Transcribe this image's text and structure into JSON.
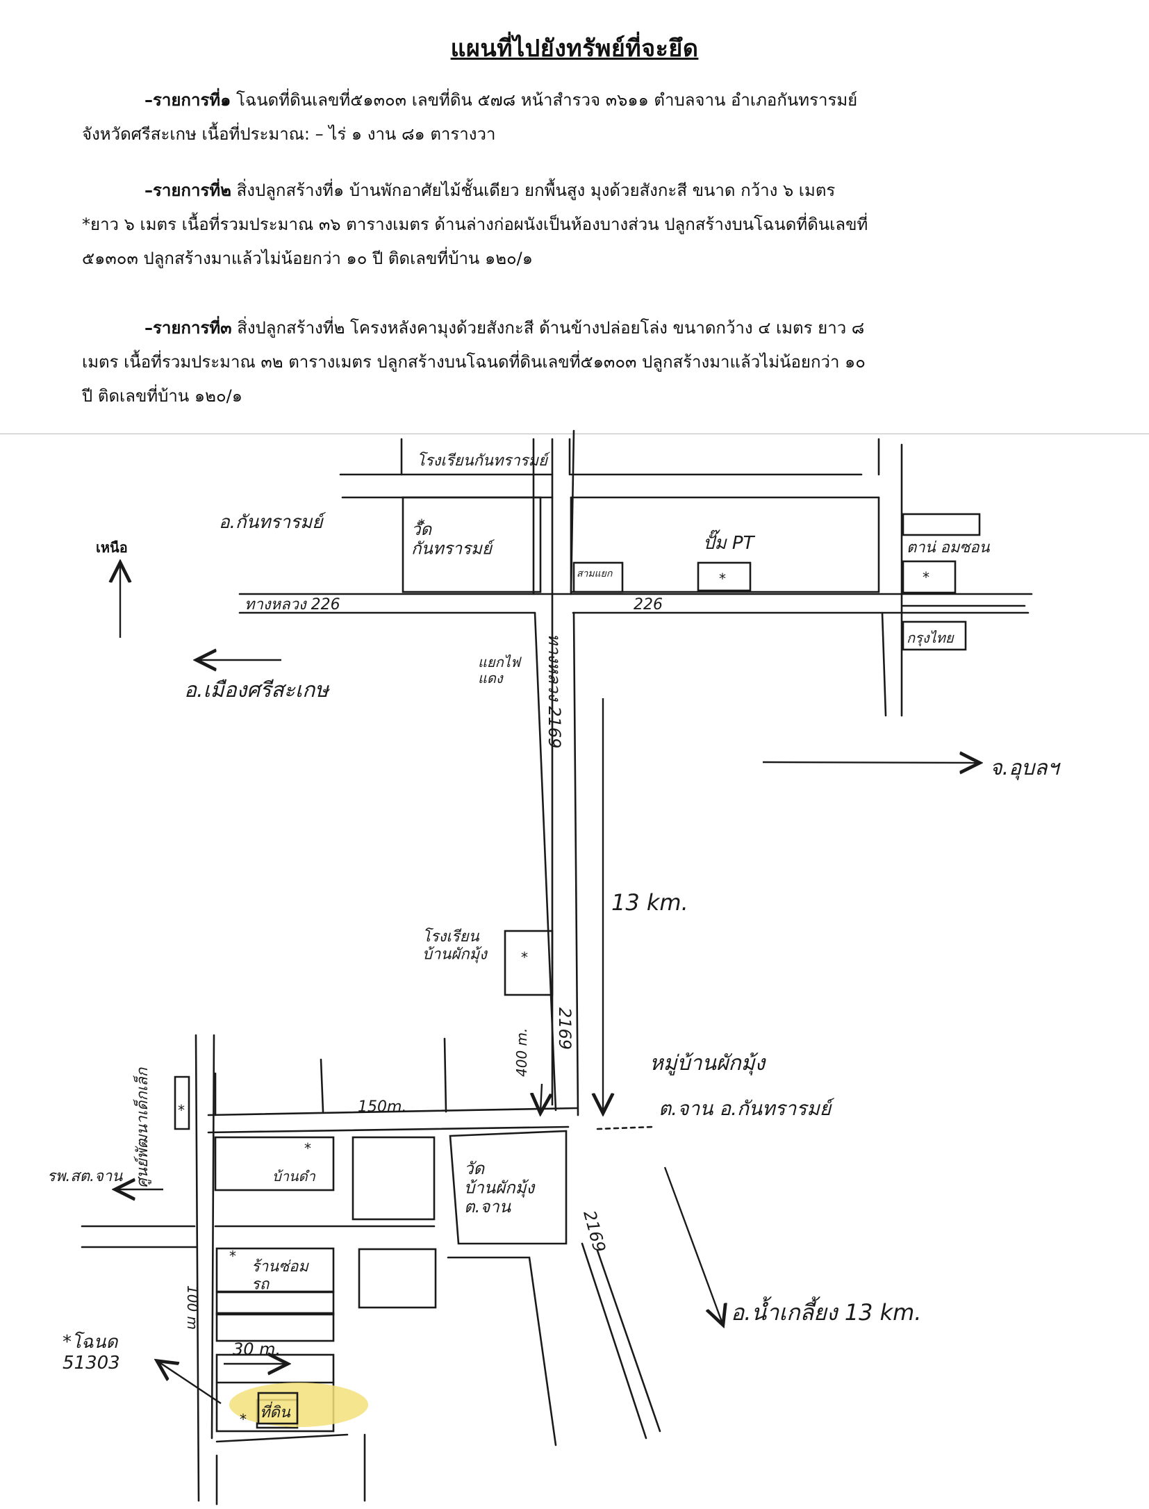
{
  "title": "แผนที่ไปยังทรัพย์ที่จะยึด",
  "items": [
    {
      "label": "–รายการที่๑",
      "line1": " โฉนดที่ดินเลขที่๕๑๓๐๓ เลขที่ดิน ๕๗๘ หน้าสำรวจ ๓๖๑๑ ตำบลจาน อำเภอกันทรารมย์",
      "line2": "จังหวัดศรีสะเกษ    เนื้อที่ประมาณ: – ไร่ ๑ งาน ๘๑ ตารางวา"
    },
    {
      "label": "–รายการที่๒",
      "line1": " สิ่งปลูกสร้างที่๑  บ้านพักอาศัยไม้ชั้นเดียว ยกพื้นสูง มุงด้วยสังกะสี ขนาด กว้าง ๖ เมตร",
      "line2": "*ยาว ๖ เมตร เนื้อที่รวมประมาณ ๓๖ ตารางเมตร ด้านล่างก่อผนังเป็นห้องบางส่วน ปลูกสร้างบนโฉนดที่ดินเลขที่",
      "line3": "๕๑๓๐๓ ปลูกสร้างมาแล้วไม่น้อยกว่า ๑๐ ปี ติดเลขที่บ้าน ๑๒๐/๑"
    },
    {
      "label": "–รายการที่๓",
      "line1": " สิ่งปลูกสร้างที่๒ โครงหลังคามุงด้วยสังกะสี ด้านข้างปล่อยโล่ง ขนาดกว้าง ๔ เมตร ยาว ๘",
      "line2": "เมตร เนื้อที่รวมประมาณ ๓๒ ตารางเมตร   ปลูกสร้างบนโฉนดที่ดินเลขที่๕๑๓๐๓ ปลูกสร้างมาแล้วไม่น้อยกว่า ๑๐",
      "line3": "ปี ติดเลขที่บ้าน ๑๒๐/๑"
    }
  ],
  "map": {
    "north": "เหนือ",
    "school_top": "โรงเรียนกันทรารมย์",
    "district_top": "อ.กันทรารมย์",
    "temple_top": "วัด\nกันทรารมย์",
    "pump": "ปั๊ม PT",
    "shop_right": "ตาน่ อมซอน",
    "small_box": "สามแยก",
    "hwy_label_left": "ทางหลวง  226",
    "hwy_label_right": "226",
    "krungthai": "กรุงไทย",
    "to_sisaket": "อ.เมืองศรีสะเกษ",
    "junction": "แยกไฟ\nแดง",
    "road_vertical": "ทางหลวง 2169",
    "to_east": "จ.อุบลฯ",
    "dist_13km_1": "13 km.",
    "school_mid": "โรงเรียน\nบ้านผักมุ้ง",
    "dist_400": "400 m.",
    "road_2169_mid": "2169",
    "village": "หมู่บ้านผักมุ้ง",
    "village_sub": "ต.จาน  อ.กันทรารมย์",
    "dist_150": "150m.",
    "hospital": "รพ.สต.จาน",
    "health_left": "ศูนย์พัฒนาเด็กเล็ก",
    "house_a": "บ้านดำ",
    "temple_bottom": "วัด\nบ้านผักมุ้ง\nต.จาน",
    "road_2169_bottom": "2169",
    "shop_bottom": "ร้านซ่อม\nรถ",
    "dist_100": "100 m",
    "dist_30": "30 m.",
    "deed": "*โฉนด\n51303",
    "target": "ที่ดิน",
    "to_south": "อ.น้ำเกลี้ยง  13 km."
  },
  "colors": {
    "ink": "#1a1a1a",
    "highlight": "#f3e07a",
    "paper": "#ffffff"
  }
}
